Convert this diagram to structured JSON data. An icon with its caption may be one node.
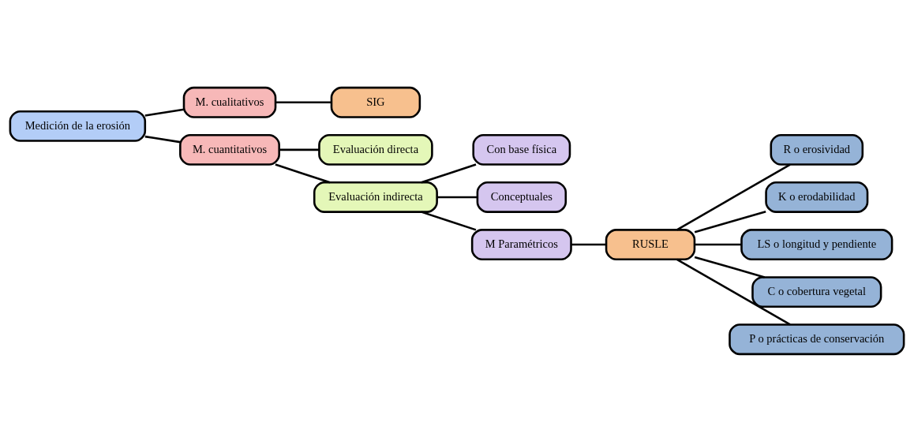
{
  "diagram": {
    "nodes": [
      {
        "text": [
          "Medición de la erosión"
        ]
      },
      {
        "text": [
          "M. cualitativos"
        ]
      },
      {
        "text": [
          "SIG"
        ]
      },
      {
        "text": [
          "M. cuantitativos"
        ]
      },
      {
        "text": [
          "Evaluación directa"
        ]
      },
      {
        "text": [
          "Evaluación indirecta"
        ]
      },
      {
        "text": [
          "Con base física"
        ]
      },
      {
        "text": [
          "Conceptuales"
        ]
      },
      {
        "text": [
          "M Paramétricos"
        ]
      },
      {
        "text": [
          "RUSLE"
        ]
      },
      {
        "text": [
          "R o erosividad"
        ]
      },
      {
        "text": [
          "K o erodabilidad"
        ]
      },
      {
        "text": [
          "LS o longitud y pendiente"
        ]
      },
      {
        "text": [
          "C o cobertura vegetal"
        ]
      },
      {
        "text": [
          "P o prácticas de conservación"
        ]
      }
    ],
    "edges": [
      {
        "from": 0,
        "to": 1,
        "arrow": "none"
      },
      {
        "from": 0,
        "to": 3,
        "arrow": "none"
      },
      {
        "from": 1,
        "to": 2,
        "arrow": "none"
      },
      {
        "from": 3,
        "to": 4,
        "arrow": "none"
      },
      {
        "from": 3,
        "to": 5,
        "arrow": "none"
      },
      {
        "from": 5,
        "to": 6,
        "arrow": "none"
      },
      {
        "from": 5,
        "to": 7,
        "arrow": "none"
      },
      {
        "from": 5,
        "to": 8,
        "arrow": "none"
      },
      {
        "from": 8,
        "to": 9,
        "arrow": "none"
      },
      {
        "from": 9,
        "to": 10,
        "arrow": "none"
      },
      {
        "from": 9,
        "to": 11,
        "arrow": "none"
      },
      {
        "from": 9,
        "to": 12,
        "arrow": "none"
      },
      {
        "from": 9,
        "to": 13,
        "arrow": "none"
      },
      {
        "from": 9,
        "to": 14,
        "arrow": "none"
      }
    ]
  }
}
